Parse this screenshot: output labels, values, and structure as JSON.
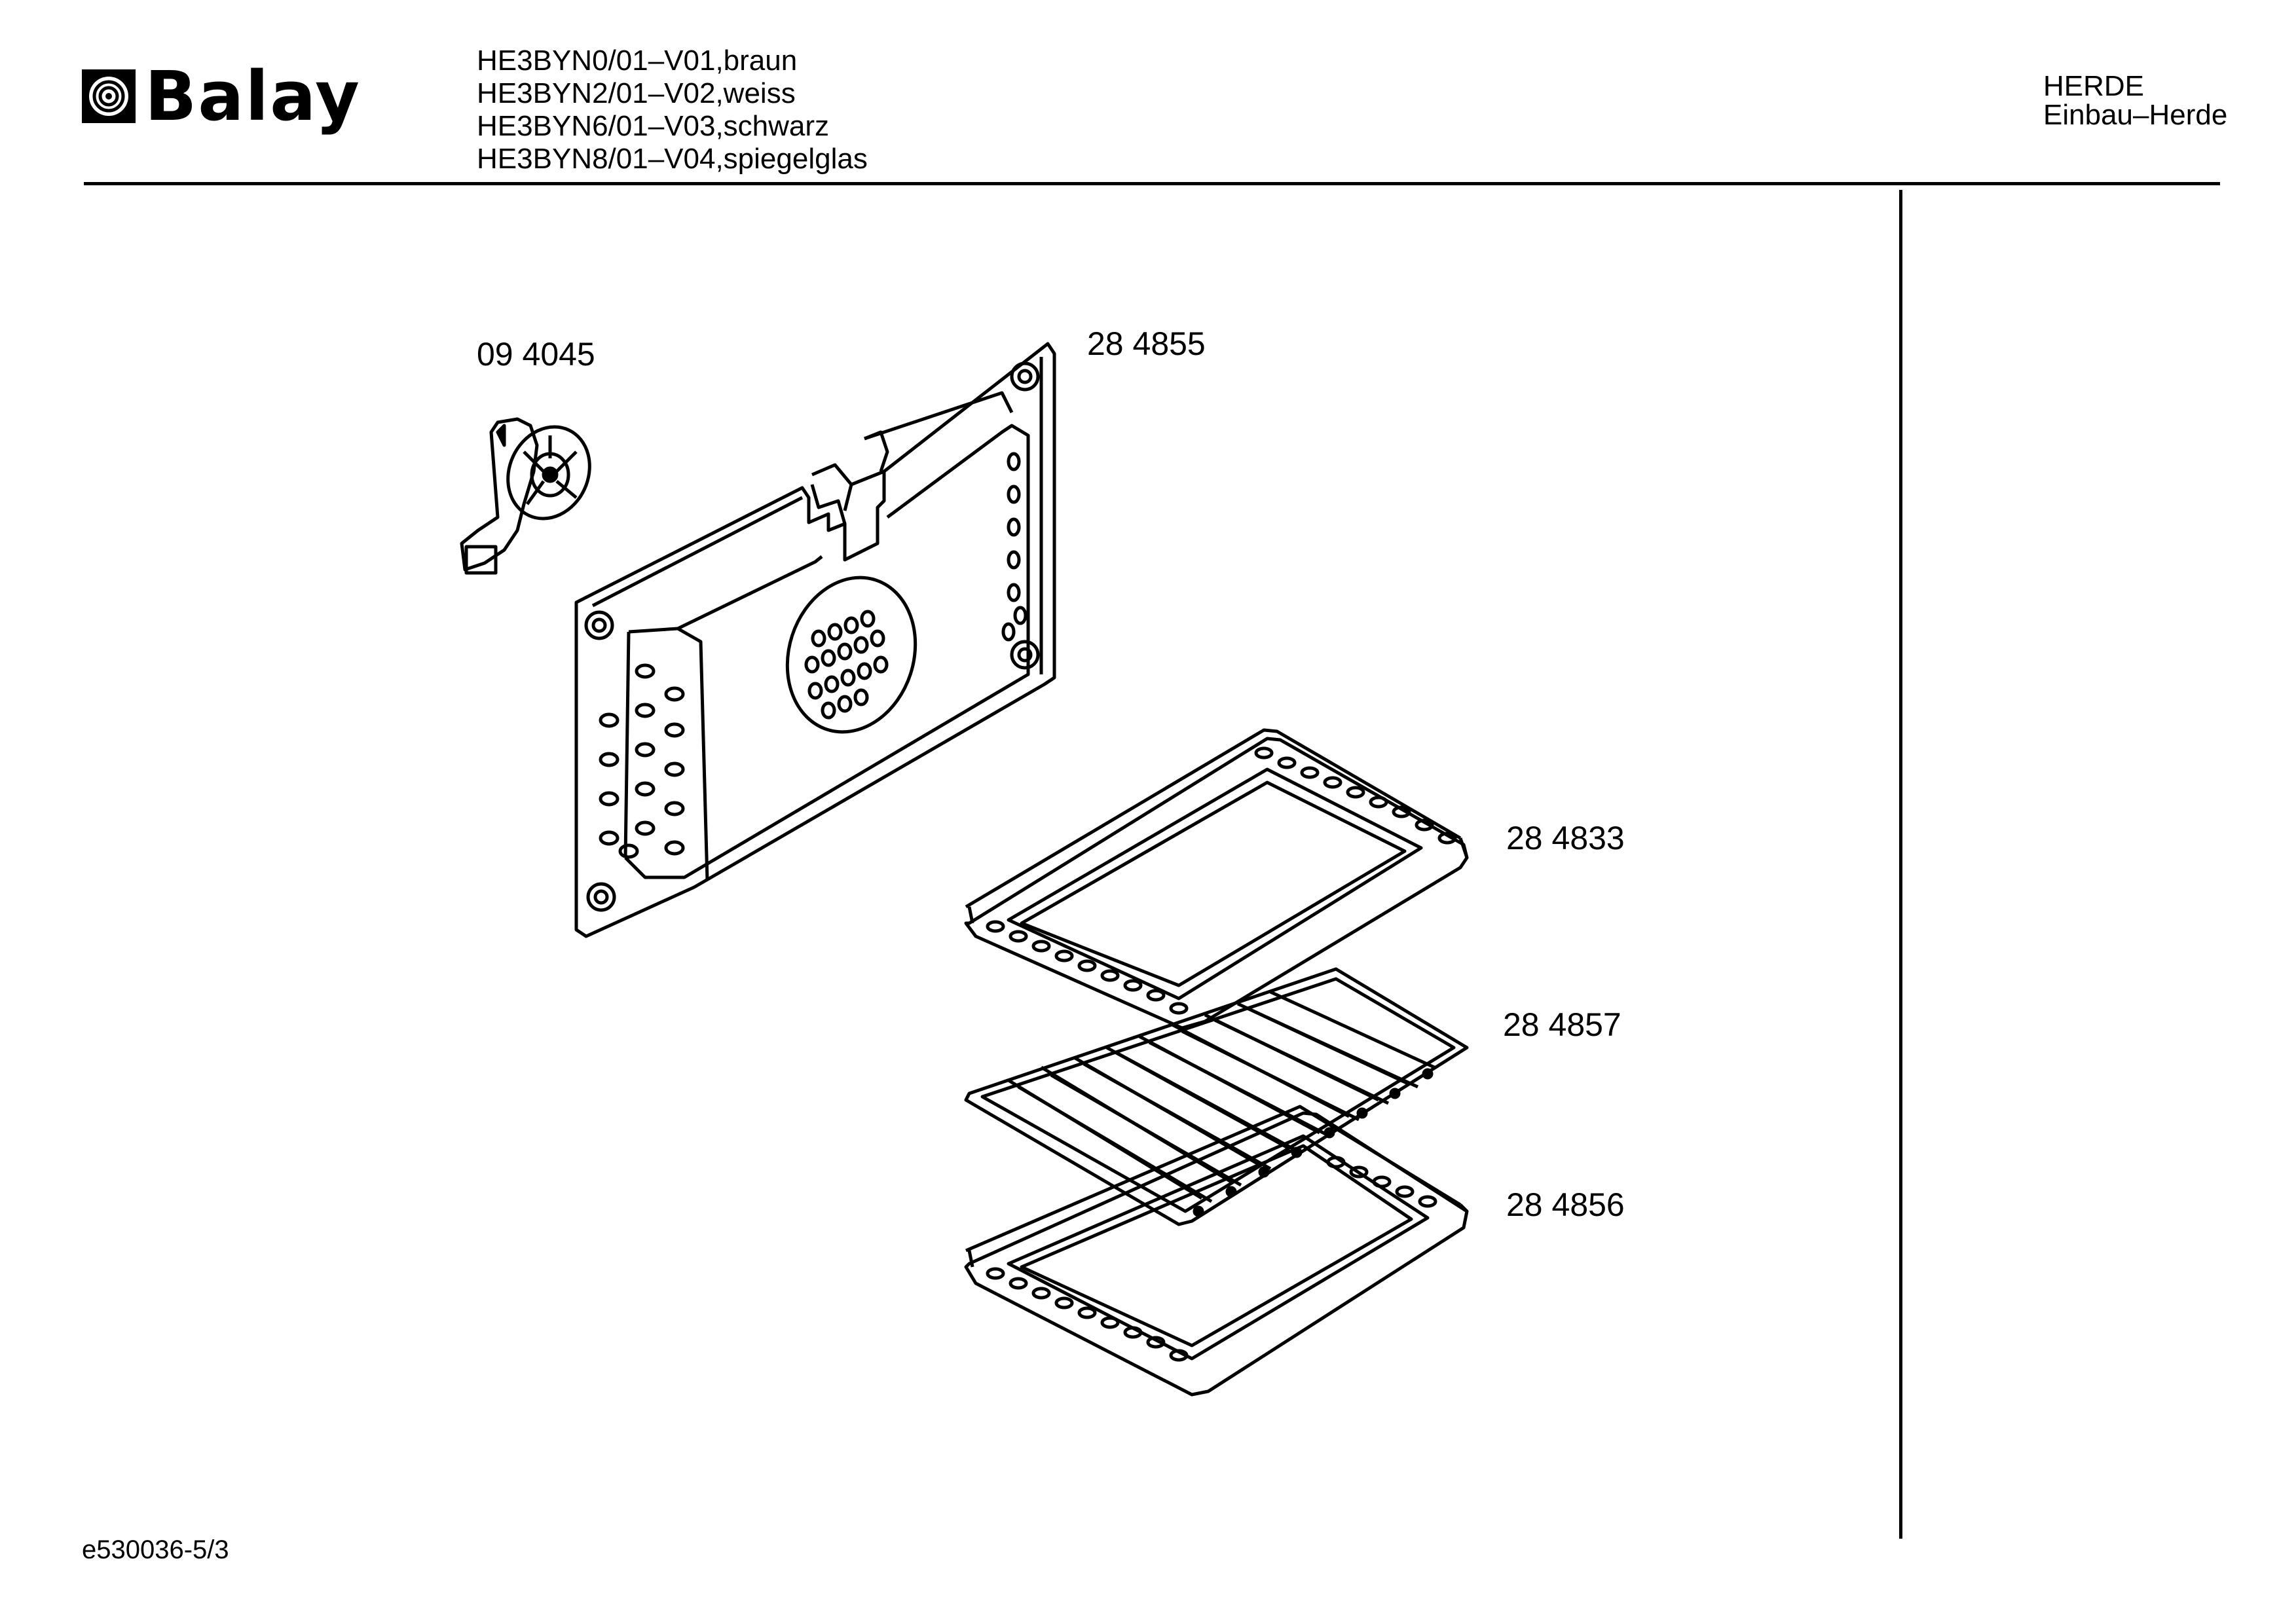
{
  "header": {
    "brand": "Balay",
    "models": [
      "HE3BYN0/01–V01,braun",
      "HE3BYN2/01–V02,weiss",
      "HE3BYN6/01–V03,schwarz",
      "HE3BYN8/01–V04,spiegelglas"
    ],
    "category": [
      "HERDE",
      "Einbau–Herde"
    ]
  },
  "parts": [
    {
      "id": "fan-motor",
      "number": "09 4045"
    },
    {
      "id": "rear-panel",
      "number": "28 4855"
    },
    {
      "id": "tray-upper",
      "number": "28 4833"
    },
    {
      "id": "grid-rack",
      "number": "28 4857"
    },
    {
      "id": "tray-lower",
      "number": "28 4856"
    }
  ],
  "footer": {
    "doc_ref": "e530036-5/3"
  }
}
